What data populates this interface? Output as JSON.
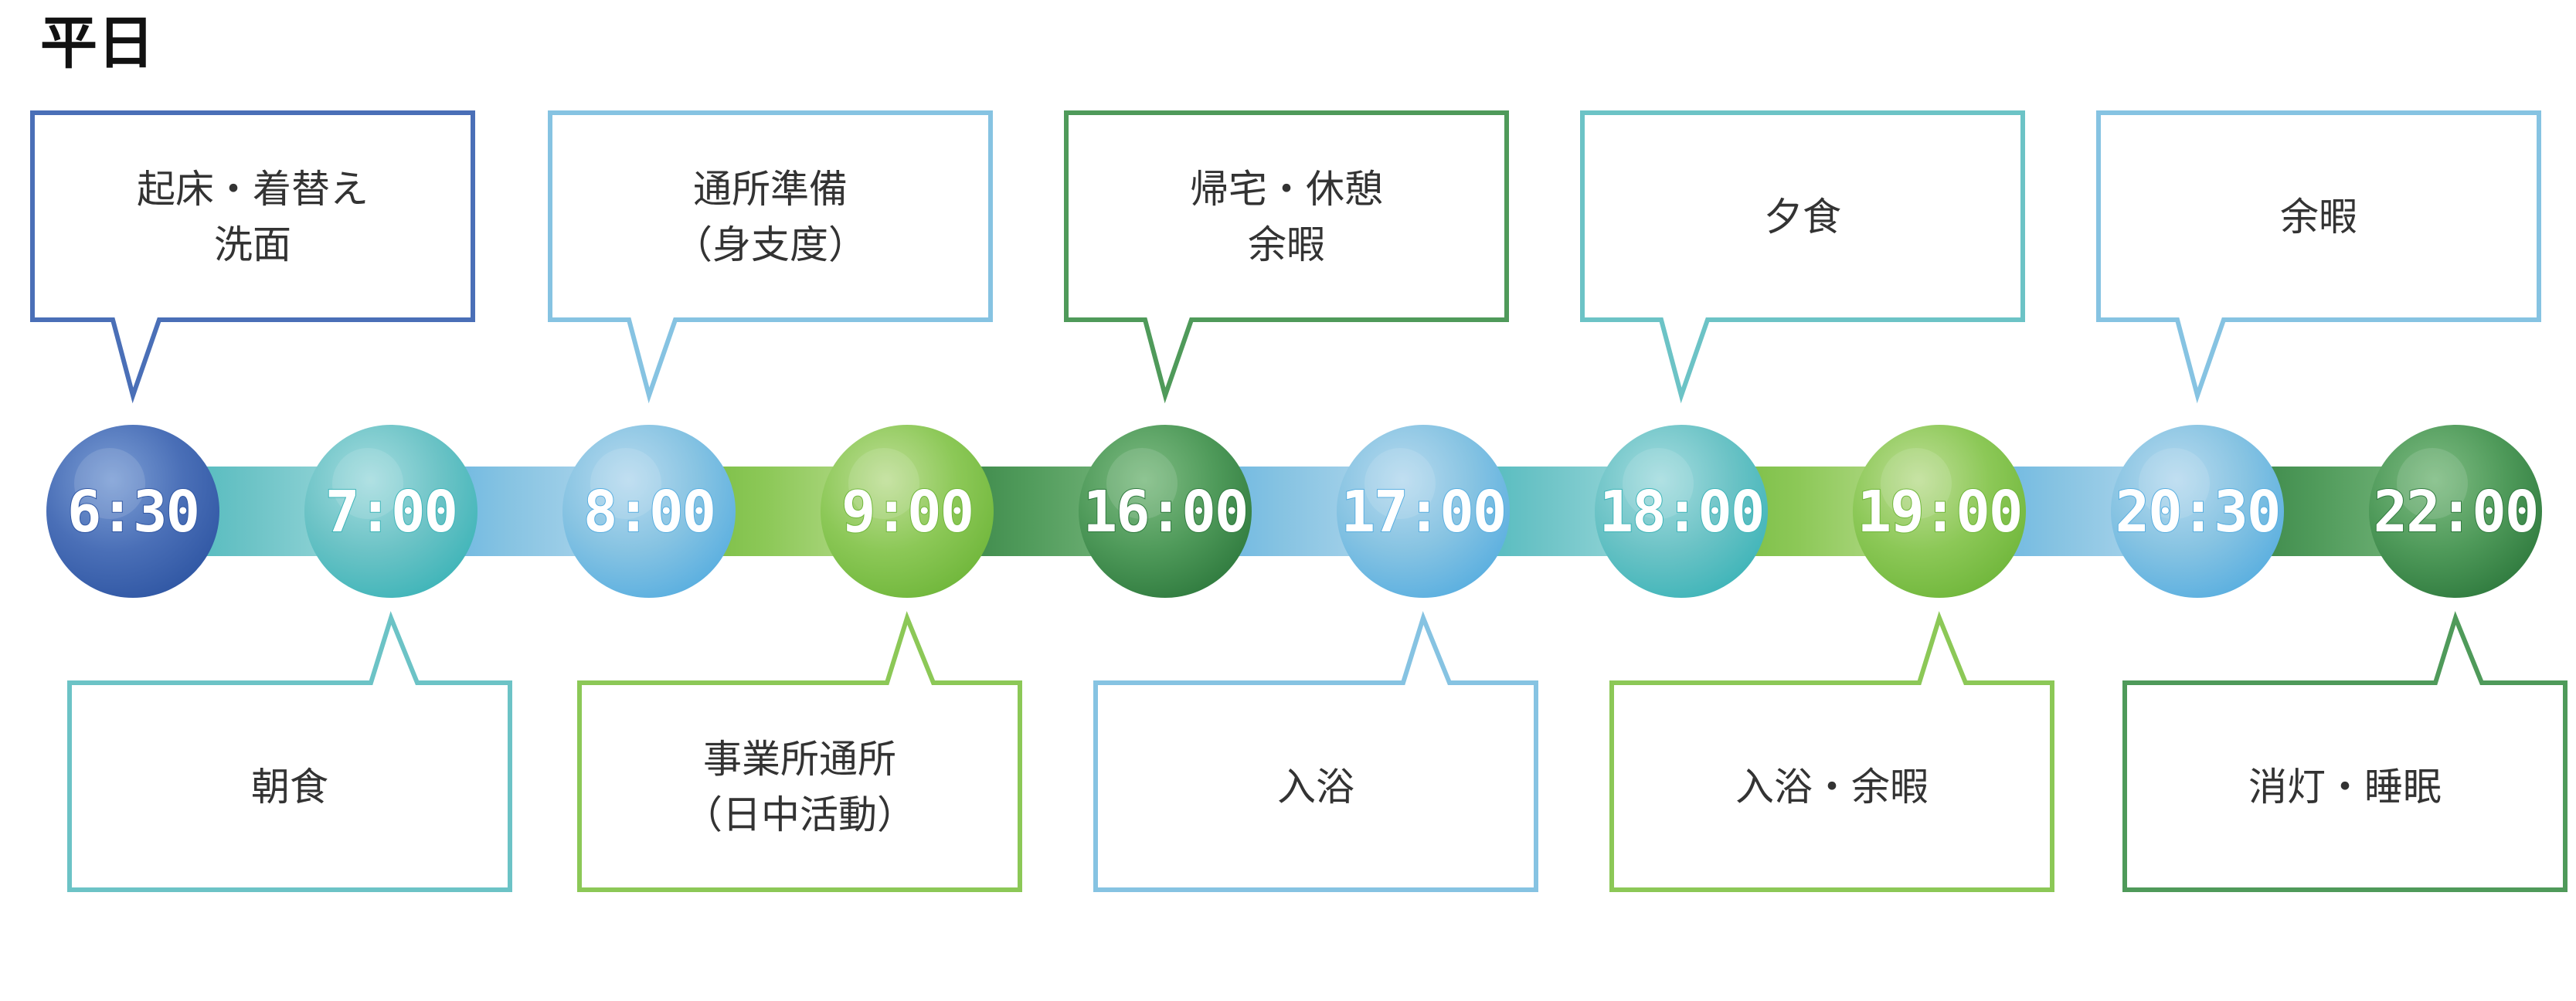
{
  "title": "平日",
  "colors": {
    "blue_dark": "#4a6fb7",
    "teal": "#6cc3c6",
    "light_blue": "#86c3e2",
    "lime": "#8cc857",
    "green_dark": "#4f9a5a"
  },
  "schedule": [
    {
      "time": "6:30",
      "color": "#4a6fb7",
      "dark": "#2f56a3",
      "light": "#7ea0d6",
      "label": [
        "起床・着替え",
        "洗面"
      ],
      "position": "top"
    },
    {
      "time": "7:00",
      "color": "#6cc3c6",
      "dark": "#3db4b8",
      "light": "#a6dde0",
      "label": [
        "朝食"
      ],
      "position": "bottom"
    },
    {
      "time": "8:00",
      "color": "#86c3e2",
      "dark": "#58aee0",
      "light": "#b9dbef",
      "label": [
        "通所準備",
        "（身支度）"
      ],
      "position": "top"
    },
    {
      "time": "9:00",
      "color": "#8cc857",
      "dark": "#6fb63a",
      "light": "#c0df98",
      "label": [
        "事業所通所",
        "（日中活動）"
      ],
      "position": "bottom"
    },
    {
      "time": "16:00",
      "color": "#4f9a5a",
      "dark": "#2f7a3e",
      "light": "#80bd84",
      "label": [
        "帰宅・休憩",
        "余暇"
      ],
      "position": "top"
    },
    {
      "time": "17:00",
      "color": "#86c3e2",
      "dark": "#58aee0",
      "light": "#b9dbef",
      "label": [
        "入浴"
      ],
      "position": "bottom"
    },
    {
      "time": "18:00",
      "color": "#6cc3c6",
      "dark": "#3db4b8",
      "light": "#a6dde0",
      "label": [
        "夕食"
      ],
      "position": "top"
    },
    {
      "time": "19:00",
      "color": "#8cc857",
      "dark": "#6fb63a",
      "light": "#c0df98",
      "label": [
        "入浴・余暇"
      ],
      "position": "bottom"
    },
    {
      "time": "20:30",
      "color": "#86c3e2",
      "dark": "#58aee0",
      "light": "#b9dbef",
      "label": [
        "余暇"
      ],
      "position": "top"
    },
    {
      "time": "22:00",
      "color": "#4f9a5a",
      "dark": "#2f7a3e",
      "light": "#80bd84",
      "label": [
        "消灯・睡眠"
      ],
      "position": "bottom"
    }
  ]
}
